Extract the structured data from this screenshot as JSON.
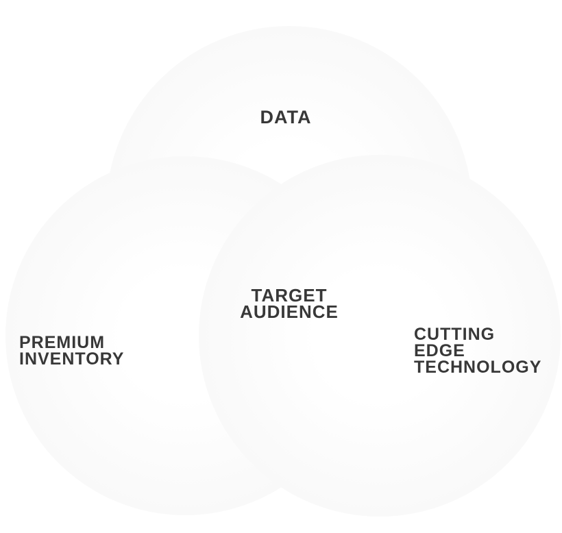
{
  "diagram": {
    "type": "venn-3-circle",
    "background_color": "#ffffff",
    "circle_fill_color": "#f8f8f8",
    "text_color": "#383838",
    "circles": [
      {
        "id": "data",
        "label": "DATA",
        "position": "top"
      },
      {
        "id": "premium-inventory",
        "label": "PREMIUM INVENTORY",
        "position": "bottom-left"
      },
      {
        "id": "cutting-edge-technology",
        "label": "CUTTING EDGE TECHNOLOGY",
        "position": "bottom-right"
      }
    ],
    "intersection_label": "TARGET AUDIENCE"
  },
  "labels": {
    "data": "DATA",
    "target": [
      "TARGET",
      "AUDIENCE"
    ],
    "premium": [
      "PREMIUM",
      "INVENTORY"
    ],
    "cutting": [
      "CUTTING",
      "EDGE",
      "TECHNOLOGY"
    ]
  }
}
